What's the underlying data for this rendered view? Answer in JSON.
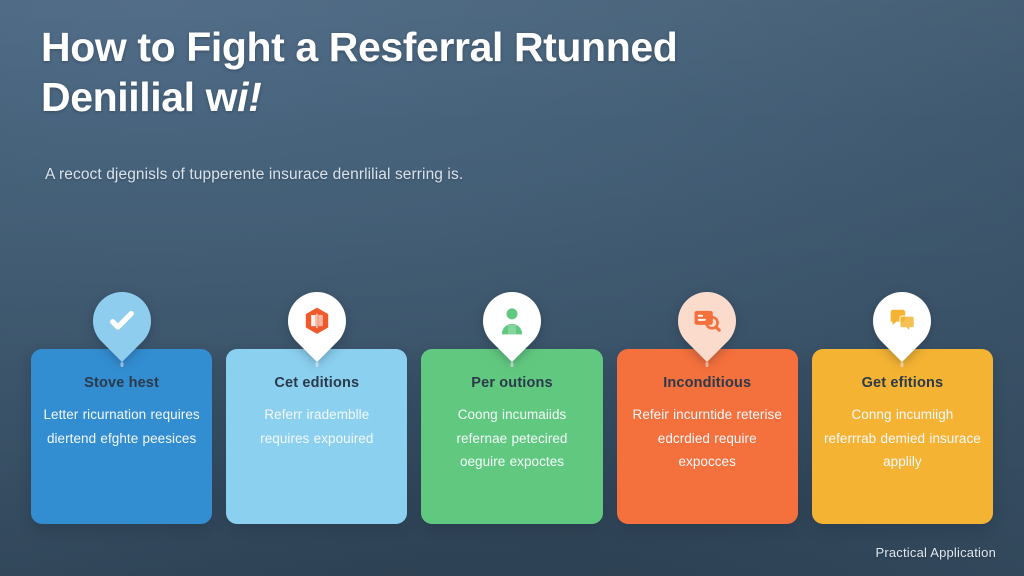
{
  "header": {
    "title_line1": "How to Fight a Resferral Rtunned",
    "title_line2_main": "Deniilial w",
    "title_line2_italic": "i!",
    "subtitle": "A recoct djegnisls of tupperente insurace denrlilial serring is."
  },
  "colors": {
    "background_top": "#4c6884",
    "background_bottom": "#3a5268",
    "card1": "#338dd1",
    "card2": "#8bd0ef",
    "card3": "#61c97f",
    "card4": "#f4703c",
    "card5": "#f5b333",
    "title_text": "#ffffff",
    "card_title_text": "#2b3a4a",
    "card_body_text": "#f4f9fd"
  },
  "cards": [
    {
      "title": "Stove hest",
      "text": "Letter ricurnation requires diertend efghte peesices",
      "bg": "#338dd1",
      "pin_bg": "#8fcdef",
      "pin_icon": "check-icon",
      "pin_icon_color": "#ffffff"
    },
    {
      "title": "Cet editions",
      "text": "Referr irademblle requires expouired",
      "bg": "#8bd0ef",
      "pin_bg": "#ffffff",
      "pin_icon": "book-hexagon-icon",
      "pin_icon_color": "#ef5a2c"
    },
    {
      "title": "Per outions",
      "text": "Coong incumaiids refernae petecired oeguire expoctes",
      "bg": "#61c97f",
      "pin_bg": "#ffffff",
      "pin_icon": "person-icon",
      "pin_icon_color": "#61c97f"
    },
    {
      "title": "Inconditious",
      "text": "Refeir incurntide reterise edcrdied require expocces",
      "bg": "#f4703c",
      "pin_bg": "#fbdccc",
      "pin_icon": "document-search-icon",
      "pin_icon_color": "#f4703c"
    },
    {
      "title": "Get efitions",
      "text": "Conng incumiigh referrrab demied insurace applily",
      "bg": "#f5b333",
      "pin_bg": "#ffffff",
      "pin_icon": "chat-bubbles-icon",
      "pin_icon_color": "#f5b333"
    }
  ],
  "footer": {
    "label": "Practical Application"
  }
}
